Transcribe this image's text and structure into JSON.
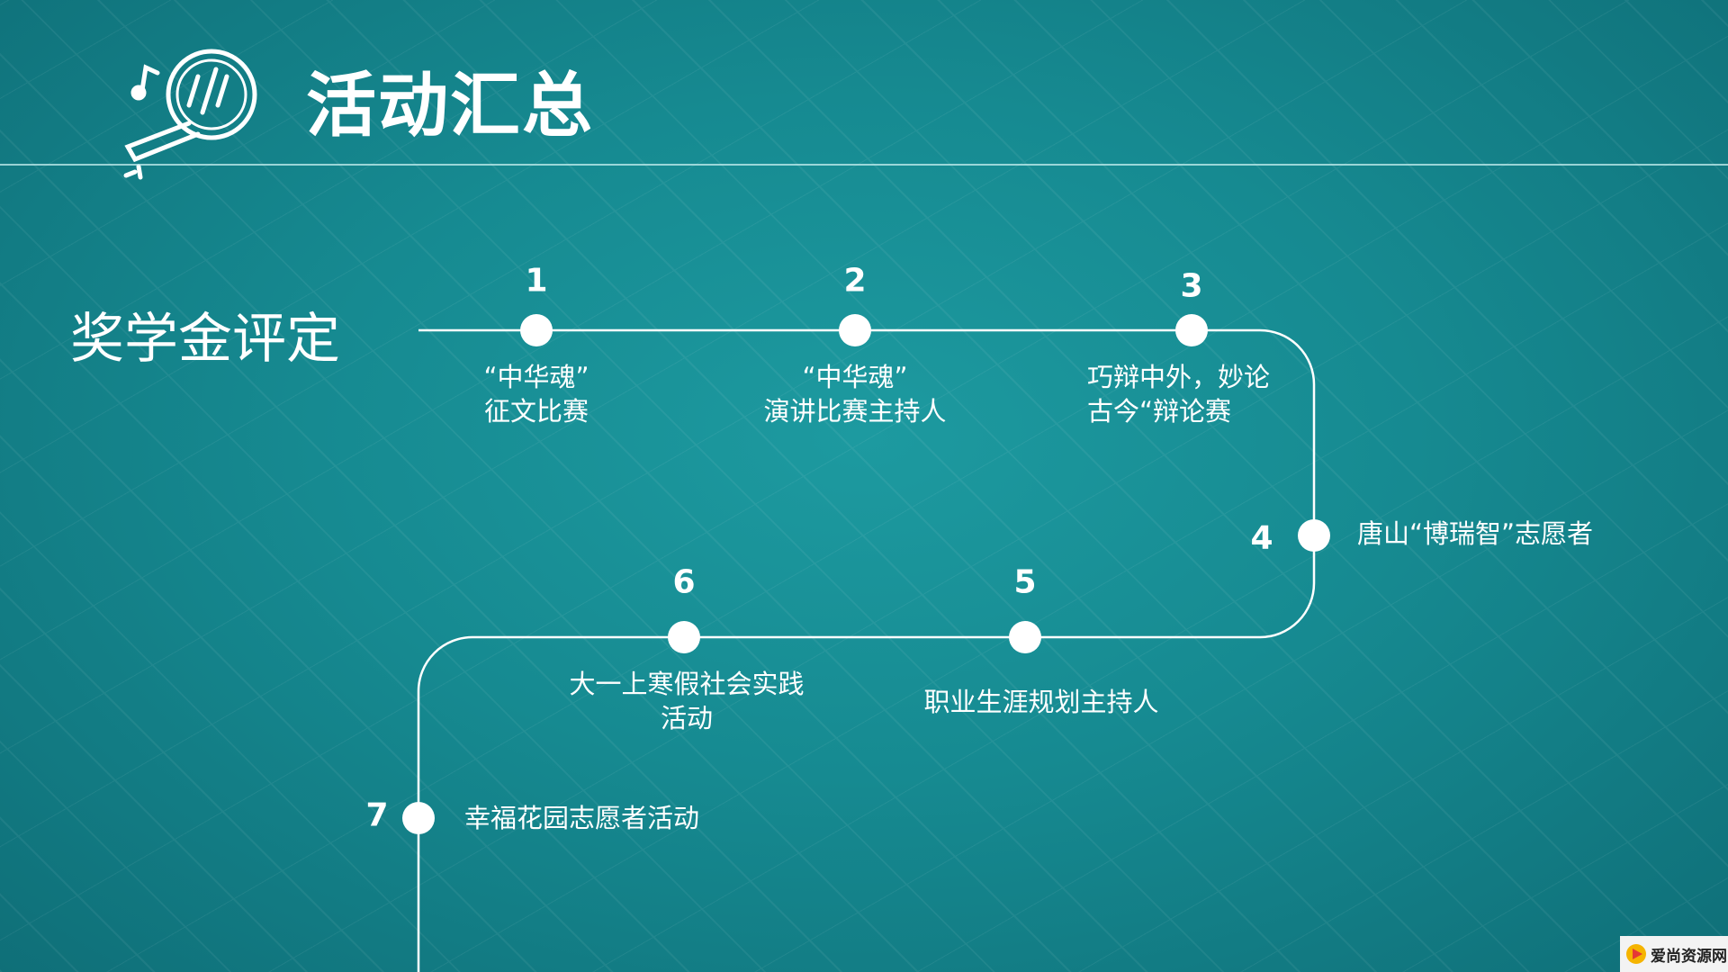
{
  "header": {
    "title": "活动汇总",
    "logo_icon": "magnifier-icon"
  },
  "section_title": "奖学金评定",
  "timeline": [
    {
      "number": "1",
      "lines": [
        "“中华魂”",
        "征文比赛"
      ]
    },
    {
      "number": "2",
      "lines": [
        "“中华魂”",
        "演讲比赛主持人"
      ]
    },
    {
      "number": "3",
      "lines": [
        "巧辩中外，妙论",
        "古今“辩论赛"
      ]
    },
    {
      "number": "4",
      "lines": [
        "唐山“博瑞智”志愿者"
      ]
    },
    {
      "number": "5",
      "lines": [
        "职业生涯规划主持人"
      ]
    },
    {
      "number": "6",
      "lines": [
        "大一上寒假社会实践",
        "活动"
      ]
    },
    {
      "number": "7",
      "lines": [
        "幸福花园志愿者活动"
      ]
    }
  ],
  "watermark": {
    "text": "爱尚资源网"
  }
}
